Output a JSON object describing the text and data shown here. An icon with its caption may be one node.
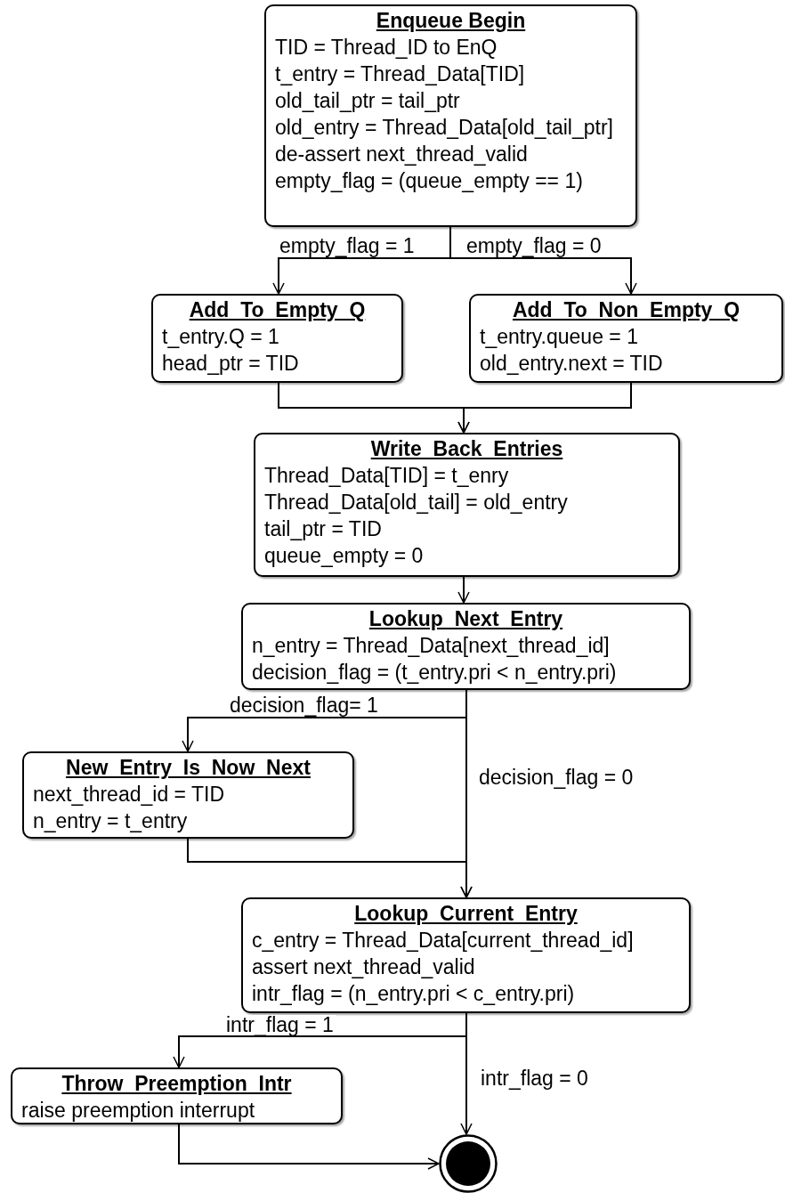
{
  "diagram": {
    "nodes": [
      {
        "text": [
          "Enqueue Begin",
          "TID = Thread_ID to EnQ",
          "t_entry = Thread_Data[TID]",
          "old_tail_ptr = tail_ptr",
          "old_entry = Thread_Data[old_tail_ptr]",
          "de-assert next_thread_valid",
          "empty_flag = (queue_empty == 1)"
        ]
      },
      {
        "text": [
          "Add_To_Empty_Q",
          "t_entry.Q = 1",
          "head_ptr = TID"
        ]
      },
      {
        "text": [
          "Add_To_Non_Empty_Q",
          "t_entry.queue = 1",
          "old_entry.next = TID"
        ]
      },
      {
        "text": [
          "Write_Back_Entries",
          "Thread_Data[TID] = t_enry",
          "Thread_Data[old_tail] = old_entry",
          "tail_ptr = TID",
          "queue_empty = 0"
        ]
      },
      {
        "text": [
          "Lookup_Next_Entry",
          "n_entry = Thread_Data[next_thread_id]",
          "decision_flag = (t_entry.pri < n_entry.pri)"
        ]
      },
      {
        "text": [
          "New_Entry_Is_Now_Next",
          "next_thread_id = TID",
          "n_entry = t_entry"
        ]
      },
      {
        "text": [
          "Lookup_Current_Entry",
          "c_entry = Thread_Data[current_thread_id]",
          "assert next_thread_valid",
          "intr_flag = (n_entry.pri < c_entry.pri)"
        ]
      },
      {
        "text": [
          "Throw_Preemption_Intr",
          "raise preemption interrupt"
        ]
      },
      {
        "text": [],
        "shape": "circle"
      }
    ],
    "edges": [
      {
        "from": 0,
        "to": 1,
        "arrow": "to",
        "label": "empty_flag = 1"
      },
      {
        "from": 0,
        "to": 2,
        "arrow": "to",
        "label": "empty_flag = 0"
      },
      {
        "from": 1,
        "to": 3,
        "arrow": "to"
      },
      {
        "from": 2,
        "to": 3,
        "arrow": "to"
      },
      {
        "from": 3,
        "to": 4,
        "arrow": "to"
      },
      {
        "from": 4,
        "to": 5,
        "arrow": "to",
        "label": "decision_flag= 1"
      },
      {
        "from": 4,
        "to": 6,
        "arrow": "to",
        "label": "decision_flag = 0"
      },
      {
        "from": 5,
        "to": 6,
        "arrow": "to"
      },
      {
        "from": 6,
        "to": 7,
        "arrow": "to",
        "label": "intr_flag = 1"
      },
      {
        "from": 6,
        "to": 8,
        "arrow": "to",
        "label": "intr_flag = 0"
      },
      {
        "from": 7,
        "to": 8,
        "arrow": "to"
      }
    ]
  }
}
